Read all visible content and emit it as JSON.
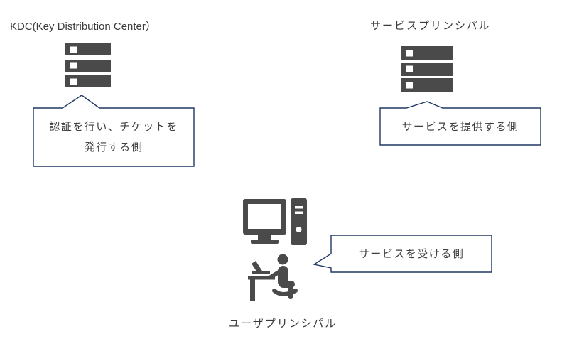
{
  "diagram": {
    "background": "#ffffff",
    "colors": {
      "icon_gray": "#4a4a4a",
      "callout_border": "#203864",
      "callout_fill": "#ffffff",
      "callout_text": "#3f3f3f",
      "label_text": "#3b3b3b"
    },
    "nodes": {
      "kdc": {
        "label": "KDC(Key Distribution Center）",
        "icon": "server-icon",
        "callout_line1": "認証を行い、チケットを",
        "callout_line2": "発行する側",
        "callout_pointer": "up"
      },
      "service_principal": {
        "label": "サービスプリンシパル",
        "icon": "server-icon",
        "callout_line1": "サービスを提供する側",
        "callout_pointer": "up"
      },
      "user_principal": {
        "label": "ユーザプリンシパル",
        "icon": "desktop-computer-and-seated-user-icon",
        "callout_line1": "サービスを受ける側",
        "callout_pointer": "left"
      }
    }
  }
}
